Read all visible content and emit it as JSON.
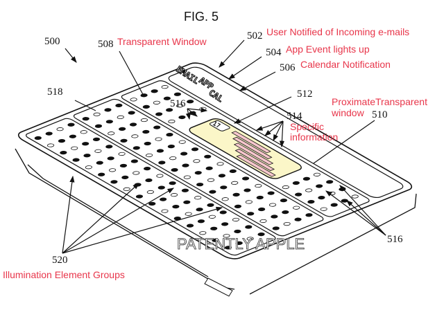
{
  "figure_title": "FIG. 5",
  "watermark": "PATENTLY APPLE",
  "device_labels": {
    "email": "EMAIL",
    "app": "APP",
    "cal": "CAL",
    "calendar_day": "17"
  },
  "refs": {
    "r500": "500",
    "r502": {
      "num": "502",
      "text": "User Notified of Incoming e-mails"
    },
    "r504": {
      "num": "504",
      "text": "App Event lights up"
    },
    "r506": {
      "num": "506",
      "text": "Calendar Notification"
    },
    "r508": {
      "num": "508",
      "text": "Transparent Window"
    },
    "r510": {
      "num": "510",
      "text_line1": "ProximateTransparent",
      "text_line2": "window"
    },
    "r512": "512",
    "r514": {
      "num": "514",
      "text_line1": "Specific",
      "text_line2": "information"
    },
    "r516a": "516",
    "r516b": "516",
    "r518": "518",
    "r520": {
      "num": "520",
      "text": "Illumination Element Groups"
    }
  },
  "colors": {
    "window_fill": "#fbf6c8",
    "info_bar": "#f5c6cc",
    "label_red": "#e8354a"
  }
}
